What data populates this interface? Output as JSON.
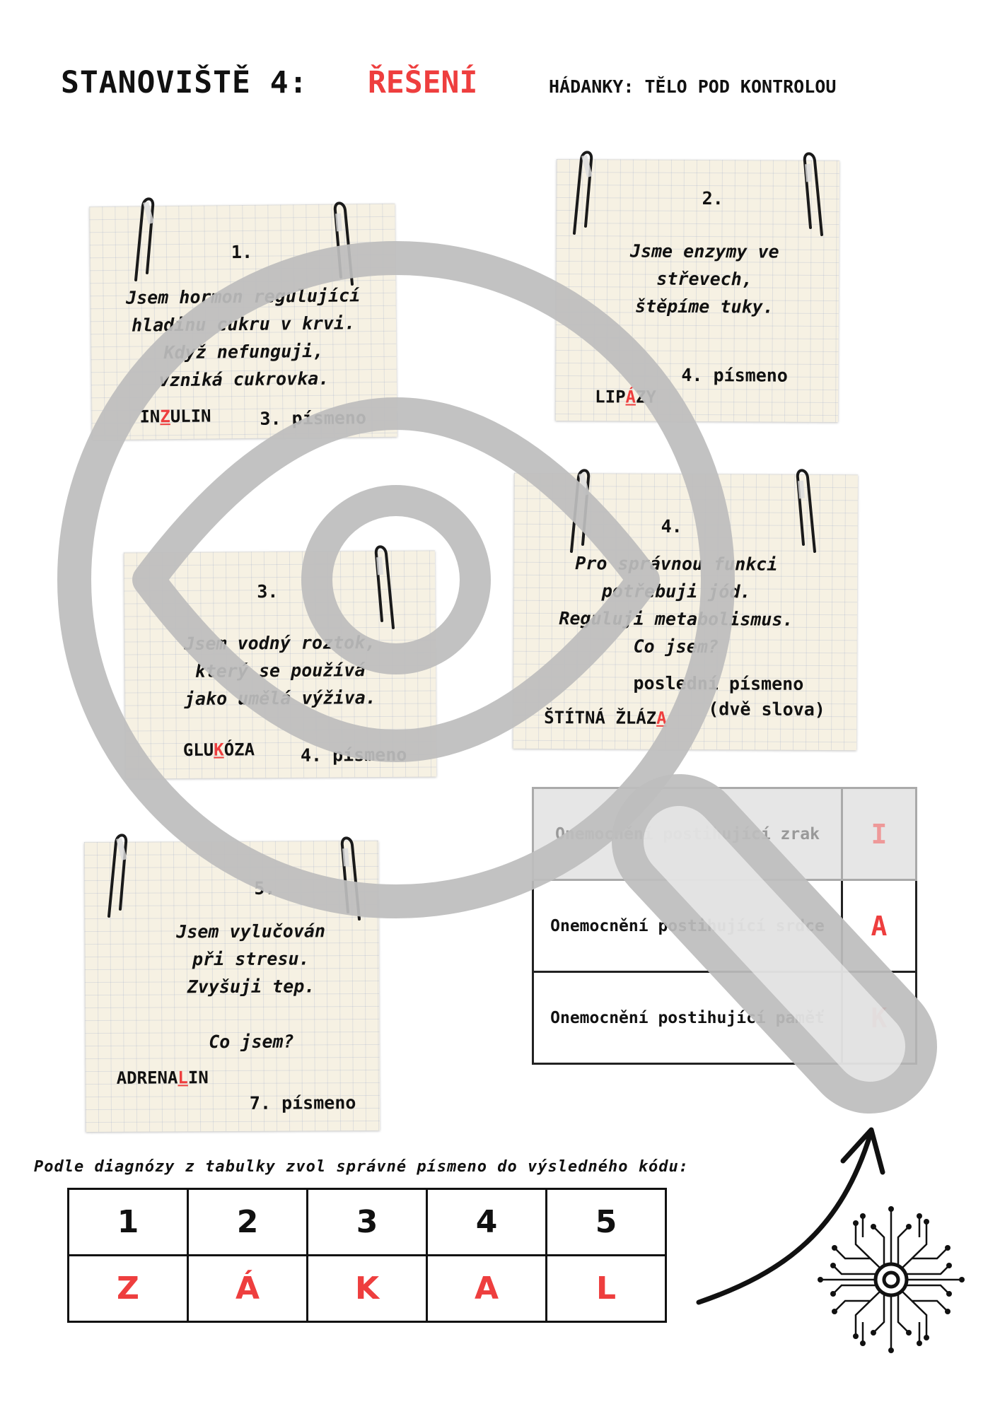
{
  "header": {
    "station": "STANOVIŠTĚ 4:",
    "solution": "ŘEŠENÍ",
    "subtitle": "HÁDANKY: TĚLO POD KONTROLOU"
  },
  "colors": {
    "accent": "#ee3e3e",
    "overlay": "#c4c4c4",
    "paper": "#f6f1e3"
  },
  "riddles": [
    {
      "number": "1.",
      "lines": [
        "Jsem hormon regulující",
        "hladinu cukru v krvi.",
        "Když nefunguji,",
        "vzniká cukrovka."
      ],
      "answer_pre": "INZULIN",
      "answer_hl": "",
      "answer_post": "",
      "answer_a": "I",
      "answer_b": "N",
      "answer_c": "Z",
      "answer_d": "ULIN",
      "position": "3. písmeno"
    },
    {
      "number": "2.",
      "lines": [
        "Jsme enzymy ve",
        "střevech,",
        "štěpíme tuky."
      ],
      "answer_a": "LIP",
      "answer_b": "Á",
      "answer_c": "ZY",
      "position": "4. písmeno"
    },
    {
      "number": "3.",
      "lines": [
        "Jsem vodný roztok,",
        "který se používá",
        "jako umělá výživa."
      ],
      "answer_a": "GLU",
      "answer_b": "K",
      "answer_c": "ÓZA",
      "position": "4. písmeno"
    },
    {
      "number": "4.",
      "lines": [
        "Pro správnou funkci",
        "potřebuji jód.",
        "Reguluji metabolismus.",
        "Co jsem?"
      ],
      "answer_a": "ŠTÍTNÁ ŽLÁZ",
      "answer_b": "A",
      "position": "poslední písmeno",
      "position_note": "(dvě slova)"
    },
    {
      "number": "5.",
      "lines": [
        "Jsem vylučován",
        "při stresu.",
        "Zvyšuji tep.",
        "",
        "Co jsem?"
      ],
      "answer_a": "ADRENA",
      "answer_b": "L",
      "answer_c": "IN",
      "position": "7. písmeno"
    }
  ],
  "diagnosis_table": [
    {
      "text": "Onemocnění postihující zrak",
      "letter": "I"
    },
    {
      "text": "Onemocnění postihující srdce",
      "letter": "A"
    },
    {
      "text": "Onemocnění postihující paměť",
      "letter": "K"
    }
  ],
  "instruction": "Podle diagnózy z tabulky zvol správné písmeno do výsledného kódu:",
  "code": {
    "numbers": [
      "1",
      "2",
      "3",
      "4",
      "5"
    ],
    "letters": [
      "Z",
      "Á",
      "K",
      "A",
      "L"
    ]
  },
  "icons": [
    "paperclip-icon",
    "magnifier-eye-icon",
    "arrow-icon",
    "circuit-eye-logo-icon"
  ]
}
